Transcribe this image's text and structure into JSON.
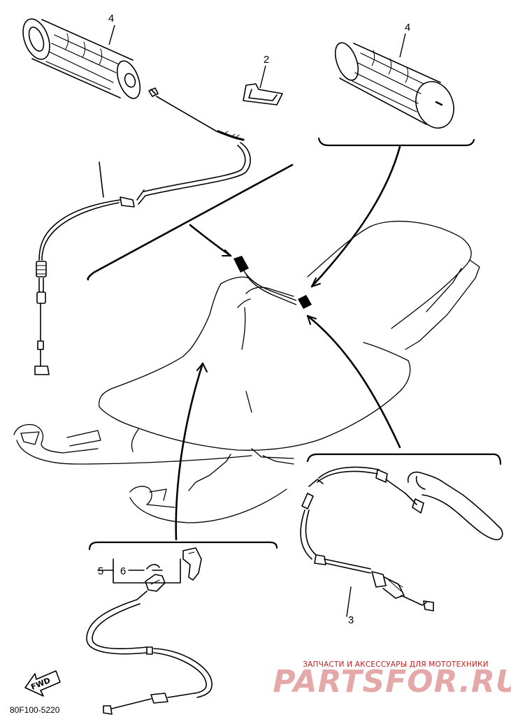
{
  "callouts": {
    "c4_left": "4",
    "c4_right": "4",
    "c2": "2",
    "c3": "3",
    "c5": "5",
    "c6": "6"
  },
  "diagram_code": "80F100-5220",
  "fwd_label": "FWD",
  "watermark": {
    "tagline": "ЗАПЧАСТИ И АКСЕССУАРЫ ДЛЯ МОТОТЕХНИКИ",
    "brand": "PARTSFOR.RU"
  },
  "colors": {
    "line": "#000000",
    "watermark_text": "#c01f1f",
    "watermark_brand": "#e5a8a8"
  }
}
